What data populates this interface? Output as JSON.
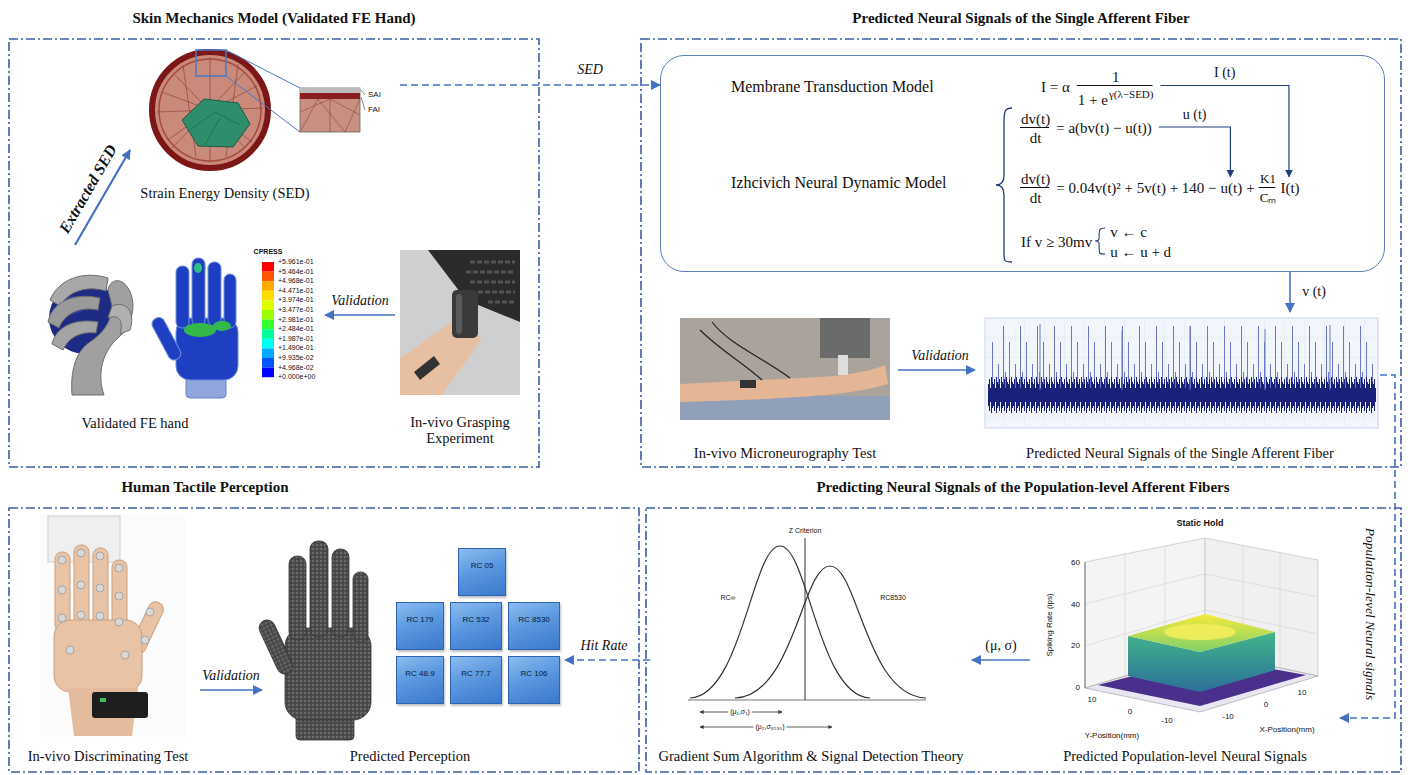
{
  "diagram": {
    "nodes": [
      {
        "text": [
          "Skin Mechanics Model (Validated FE Hand)"
        ]
      },
      {
        "text": [
          "Strain Energy Density (SED)"
        ],
        "in": 0
      },
      {
        "text": [
          "Validated FE hand"
        ],
        "in": 0
      },
      {
        "text": [
          "In-vivo Grasping Experiment"
        ],
        "in": 0
      },
      {
        "text": [
          "Predicted Neural Signals of the Single Afferent Fiber"
        ]
      },
      {
        "text": [
          "Membrane Transduction Model",
          "I = α",
          "1",
          "1 + e",
          "γ(λ−SED)",
          "Izhcivich Neural Dynamic Model",
          "dv(t)",
          "dt",
          "= a(bv(t) − u(t))",
          "dv(t)",
          "dt",
          "= 0.04v(t)² + 5v(t) + 140 −",
          "u(t)",
          "+",
          "K1",
          "Cₘ",
          "I(t)",
          "If v ≥ 30mv",
          "v ← c",
          "u ← u + d"
        ],
        "in": 4
      },
      {
        "text": [
          "In-vivo Microneurography Test"
        ],
        "in": 4
      },
      {
        "text": [
          "Predicted Neural Signals of the Single Afferent Fiber"
        ],
        "in": 4
      },
      {
        "text": [
          "Human Tactile Perception"
        ]
      },
      {
        "text": [
          "In-vivo Discriminating Test"
        ],
        "in": 8
      },
      {
        "text": [
          "Predicted Perception"
        ],
        "in": 8
      },
      {
        "text": [
          "RC 05"
        ],
        "in": 10
      },
      {
        "text": [
          "RC 179"
        ],
        "in": 10
      },
      {
        "text": [
          "RC 532"
        ],
        "in": 10
      },
      {
        "text": [
          "RC 8530"
        ],
        "in": 10
      },
      {
        "text": [
          "RC 48.9"
        ],
        "in": 10
      },
      {
        "text": [
          "RC 77.7"
        ],
        "in": 10
      },
      {
        "text": [
          "RC 106"
        ],
        "in": 10
      },
      {
        "text": [
          "Predicting Neural Signals of the Population-level Afferent Fibers"
        ]
      },
      {
        "text": [
          "Gradient Sum Algorithm & Signal Detection Theory"
        ],
        "in": 18
      },
      {
        "text": [
          "Predicted Population-level Neural Signals"
        ],
        "in": 18
      }
    ],
    "edges": [
      {
        "from": 1,
        "to": 5,
        "label": "SED",
        "arrow": "to"
      },
      {
        "from": 2,
        "to": 1,
        "label": "Extracted SED",
        "arrow": "to"
      },
      {
        "from": 3,
        "to": 2,
        "label": "Validation",
        "arrow": "to"
      },
      {
        "from": 5,
        "to": 7,
        "label": "v (t)",
        "arrow": "to"
      },
      {
        "from": 6,
        "to": 7,
        "label": "Validation",
        "arrow": "to"
      },
      {
        "from": 7,
        "to": 20,
        "label": "Population-level Neural signals",
        "arrow": "to"
      },
      {
        "from": 20,
        "to": 19,
        "label": "(μ, σ)",
        "arrow": "to"
      },
      {
        "from": 19,
        "to": 10,
        "label": "Hit Rate",
        "arrow": "to"
      },
      {
        "from": 9,
        "to": 10,
        "label": "Validation",
        "arrow": "to"
      }
    ],
    "labels": [
      "SAI",
      "FAI",
      "CPRESS",
      "+5.961e-01",
      "+5.464e-01",
      "+4.968e-01",
      "+4.471e-01",
      "+3.974e-01",
      "+3.477e-01",
      "+2.981e-01",
      "+2.484e-01",
      "+1.987e-01",
      "+1.490e-01",
      "+9.935e-02",
      "+4.968e-02",
      "+0.000e+00",
      "I (t)",
      "u (t)",
      "Z Criterion",
      "RC∞",
      "RC8530",
      "(μ₁,σ₁)",
      "(μ₂,σ₈₅₃₀)",
      "Static Hold",
      "Spiking Rate (ips)",
      "60",
      "40",
      "20",
      "0",
      "10",
      "0",
      "-10",
      "Y-Position(mm)",
      "-10",
      "0",
      "10",
      "X-Position(mm)"
    ]
  }
}
